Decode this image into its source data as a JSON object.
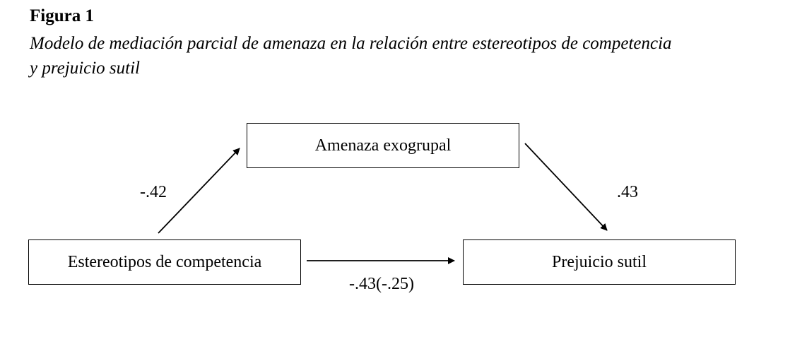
{
  "figure": {
    "label": "Figura 1",
    "caption_line1": "Modelo de mediación parcial de amenaza en la relación entre estereotipos de competencia",
    "caption_line2": "y prejuicio sutil"
  },
  "nodes": {
    "mediator": "Amenaza exogrupal",
    "predictor": "Estereotipos de competencia",
    "outcome": "Prejuicio sutil"
  },
  "paths": {
    "a": {
      "from": "Estereotipos de competencia",
      "to": "Amenaza exogrupal",
      "coefficient": "-.42"
    },
    "b": {
      "from": "Amenaza exogrupal",
      "to": "Prejuicio sutil",
      "coefficient": ".43"
    },
    "c": {
      "from": "Estereotipos de competencia",
      "to": "Prejuicio sutil",
      "coefficient": "-.43(-.25)"
    }
  },
  "colors": {
    "line": "#000000",
    "background": "#ffffff"
  }
}
